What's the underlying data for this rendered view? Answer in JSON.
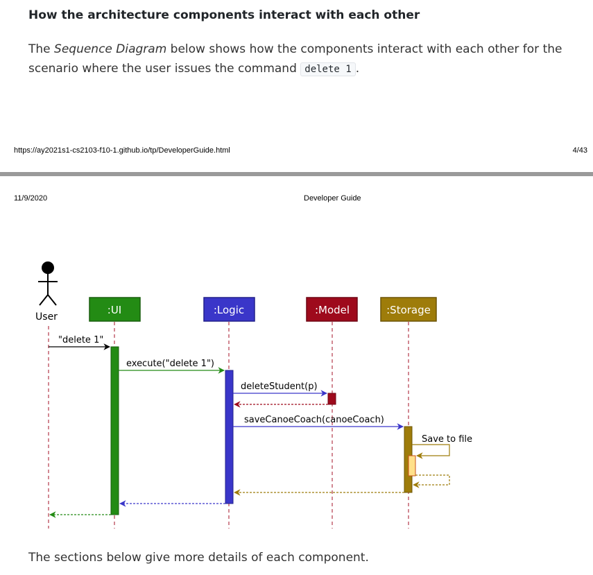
{
  "section": {
    "heading": "How the architecture components interact with each other",
    "intro_before": "The ",
    "intro_em": "Sequence Diagram",
    "intro_middle": " below shows how the components interact with each other for the scenario where the user issues the command ",
    "intro_code": "delete 1",
    "intro_after": ".",
    "outro": "The sections below give more details of each component."
  },
  "print_footer": {
    "url": "https://ay2021s1-cs2103-f10-1.github.io/tp/DeveloperGuide.html",
    "page": "4/43"
  },
  "print_header": {
    "date": "11/9/2020",
    "title": "Developer Guide"
  },
  "diagram": {
    "actor": "User",
    "participants": [
      {
        "label": ":UI",
        "color": "#238b14"
      },
      {
        "label": ":Logic",
        "color": "#3a36c9"
      },
      {
        "label": ":Model",
        "color": "#9e0a1c"
      },
      {
        "label": ":Storage",
        "color": "#9e7c0a"
      }
    ],
    "messages": {
      "m1": "\"delete 1\"",
      "m2": "execute(\"delete 1\")",
      "m3": "deleteStudent(p)",
      "m4": "saveCanoeCoach(canoeCoach)",
      "m5": "Save to file"
    },
    "colors": {
      "self_activation": "#ffe08a",
      "lifeline": "#b5384a"
    }
  }
}
